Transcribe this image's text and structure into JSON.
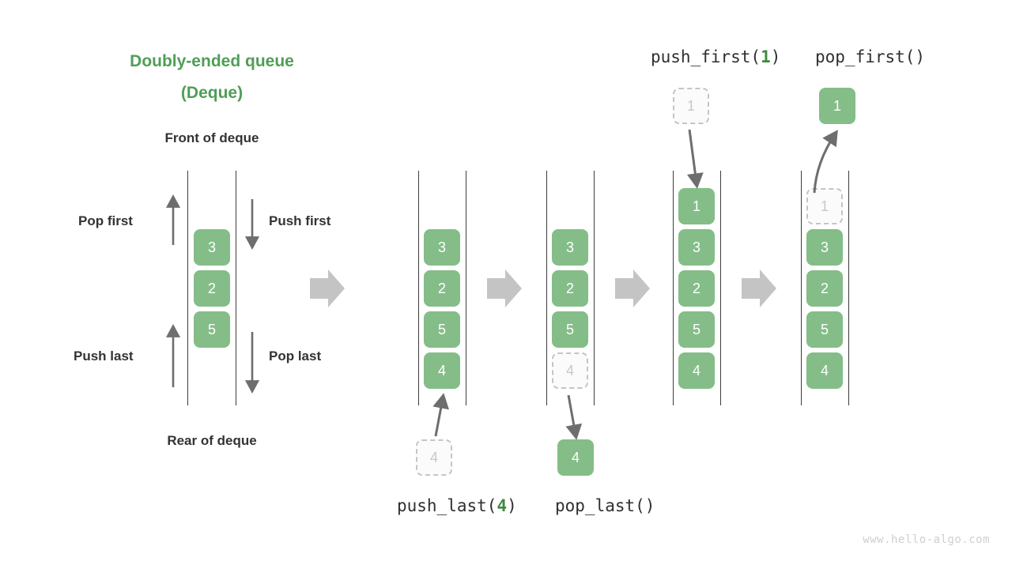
{
  "meta": {
    "title_line1": "Doubly-ended queue",
    "title_line2": "(Deque)",
    "front_label": "Front of deque",
    "rear_label": "Rear of deque",
    "watermark": "www.hello-algo.com",
    "accent_green": "#4f9e57",
    "cell_green": "#84bd88",
    "ghost_gray": "#c4c4c4",
    "arrow_gray": "#c4c4c4",
    "text_dark": "#333333"
  },
  "side_labels": {
    "pop_first": "Pop first",
    "push_first": "Push first",
    "push_last": "Push last",
    "pop_last": "Pop last"
  },
  "operations": {
    "push_first": {
      "name": "push_first(",
      "arg": "1",
      "close": ")"
    },
    "pop_first": {
      "name": "pop_first()",
      "arg": "",
      "close": ""
    },
    "push_last": {
      "name": "push_last(",
      "arg": "4",
      "close": ")"
    },
    "pop_last": {
      "name": "pop_last()",
      "arg": "",
      "close": ""
    }
  },
  "stages": [
    {
      "id": "initial-deque",
      "cells": [
        {
          "value": "3",
          "state": "solid"
        },
        {
          "value": "2",
          "state": "solid"
        },
        {
          "value": "5",
          "state": "solid"
        }
      ]
    },
    {
      "id": "after-push-last",
      "cells": [
        {
          "value": "3",
          "state": "solid"
        },
        {
          "value": "2",
          "state": "solid"
        },
        {
          "value": "5",
          "state": "solid"
        },
        {
          "value": "4",
          "state": "solid"
        }
      ]
    },
    {
      "id": "before-pop-last",
      "cells": [
        {
          "value": "3",
          "state": "solid"
        },
        {
          "value": "2",
          "state": "solid"
        },
        {
          "value": "5",
          "state": "solid"
        },
        {
          "value": "4",
          "state": "ghost"
        }
      ]
    },
    {
      "id": "after-push-first",
      "cells": [
        {
          "value": "1",
          "state": "solid"
        },
        {
          "value": "3",
          "state": "solid"
        },
        {
          "value": "2",
          "state": "solid"
        },
        {
          "value": "5",
          "state": "solid"
        },
        {
          "value": "4",
          "state": "solid"
        }
      ]
    },
    {
      "id": "after-pop-first",
      "cells": [
        {
          "value": "1",
          "state": "ghost"
        },
        {
          "value": "3",
          "state": "solid"
        },
        {
          "value": "2",
          "state": "solid"
        },
        {
          "value": "5",
          "state": "solid"
        },
        {
          "value": "4",
          "state": "solid"
        }
      ]
    }
  ],
  "floating_cells": {
    "push_last_source": {
      "value": "4",
      "state": "ghost"
    },
    "pop_last_result": {
      "value": "4",
      "state": "solid"
    },
    "push_first_source": {
      "value": "1",
      "state": "ghost"
    },
    "pop_first_result": {
      "value": "1",
      "state": "solid"
    }
  }
}
